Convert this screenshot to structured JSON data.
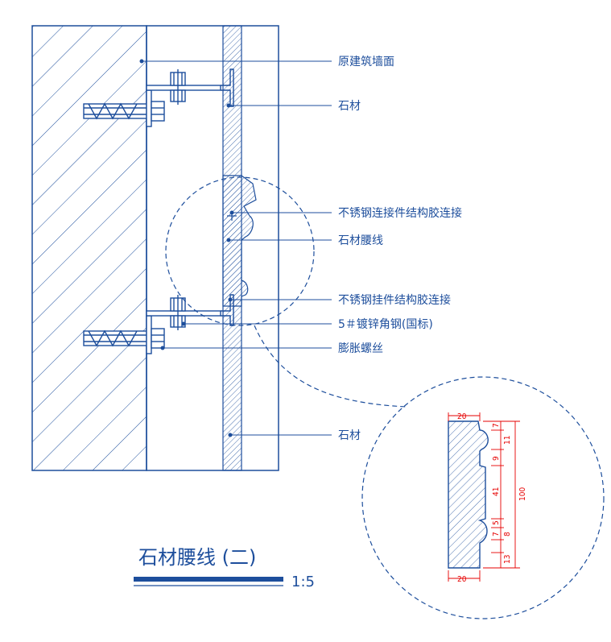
{
  "labels": {
    "original_wall": "原建筑墙面",
    "stone_top": "石材",
    "ss_connector": "不锈钢连接件结构胶连接",
    "stone_waistline": "石材腰线",
    "ss_hanger": "不锈钢挂件结构胶连接",
    "angle_steel": "5＃镀锌角钢(国标)",
    "expansion_bolt": "膨胀螺丝",
    "stone_bottom": "石材"
  },
  "title": "石材腰线 (二)",
  "scale": "1:5",
  "dimensions": {
    "top_width": "20",
    "bottom_width": "20",
    "d7": "7",
    "d11": "11",
    "d9": "9",
    "d41": "41",
    "d100": "100",
    "d5": "5",
    "d7b": "7",
    "d8": "8",
    "d13": "13"
  },
  "colors": {
    "line": "#1d4e9c",
    "dimension": "#e60000",
    "background": "#ffffff"
  }
}
